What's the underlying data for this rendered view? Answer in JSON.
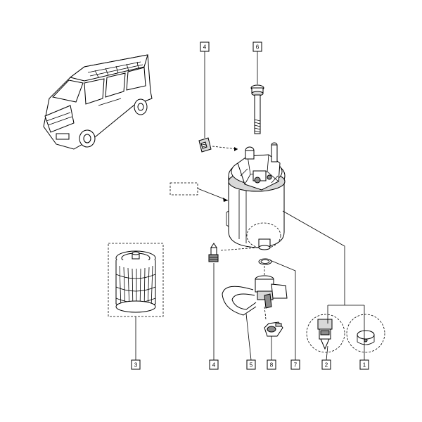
{
  "callouts": [
    {
      "id": "c1",
      "label": "1"
    },
    {
      "id": "c2",
      "label": "2"
    },
    {
      "id": "c3",
      "label": "3"
    },
    {
      "id": "c4a",
      "label": "4"
    },
    {
      "id": "c4b",
      "label": "4"
    },
    {
      "id": "c5",
      "label": "5"
    },
    {
      "id": "c6",
      "label": "6"
    },
    {
      "id": "c7",
      "label": "7"
    },
    {
      "id": "c8",
      "label": "8"
    }
  ]
}
